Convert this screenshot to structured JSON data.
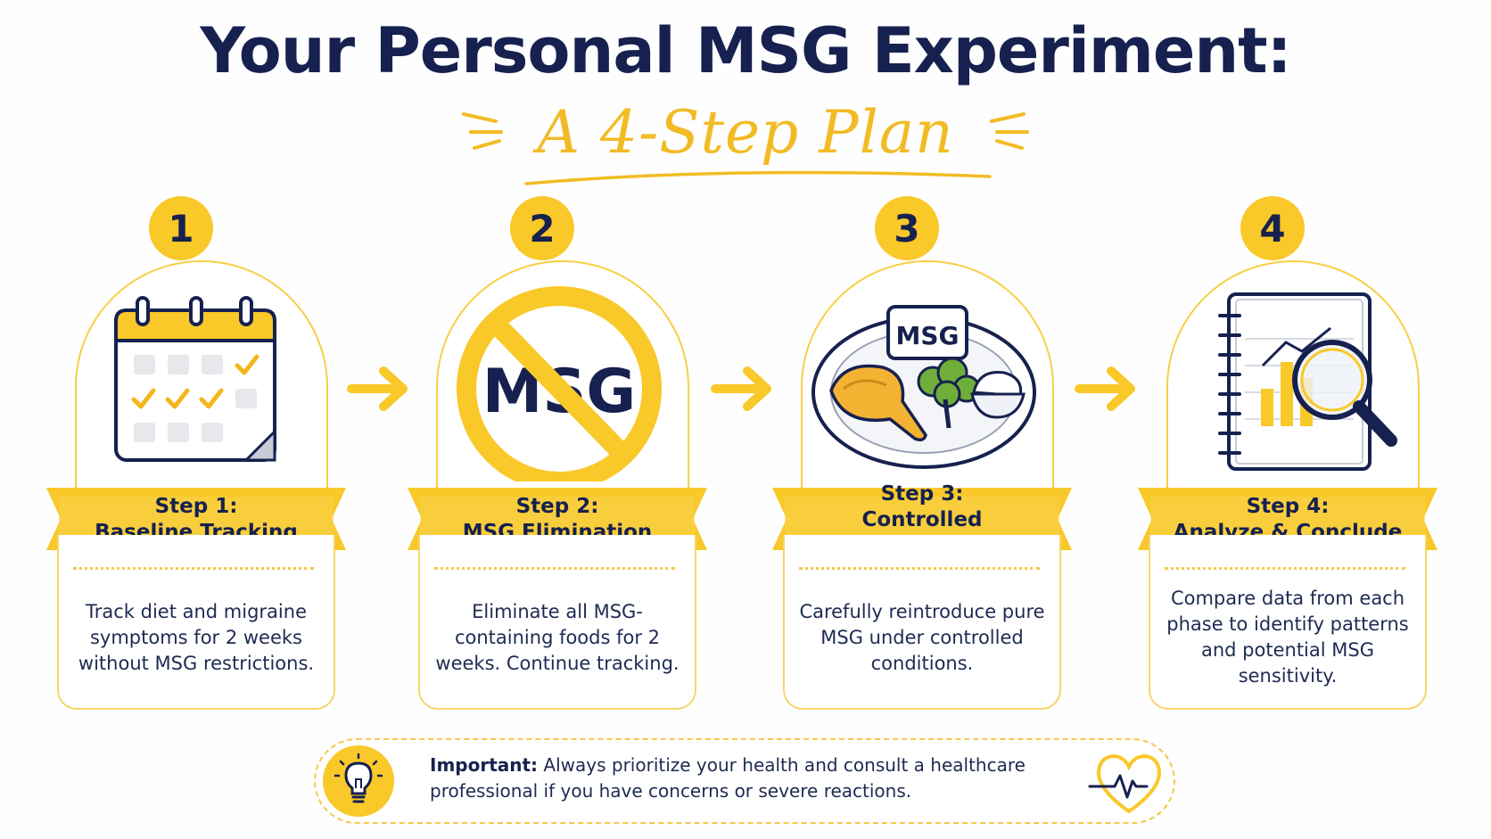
{
  "header": {
    "title": "Your Personal MSG Experiment:",
    "subtitle": "A 4-Step Plan"
  },
  "colors": {
    "navy": "#16214f",
    "yellow": "#f9c829",
    "light_yellow": "#f7d56a"
  },
  "steps": [
    {
      "number": "1",
      "heading": "Step 1:",
      "name": "Baseline Tracking",
      "description": "Track diet and migraine symptoms for 2 weeks without MSG restrictions.",
      "icon": "calendar-check-icon"
    },
    {
      "number": "2",
      "heading": "Step 2:",
      "name": "MSG Elimination",
      "description": "Eliminate all MSG-containing foods for 2 weeks. Continue tracking.",
      "icon": "no-msg-icon",
      "icon_text": "MSG"
    },
    {
      "number": "3",
      "heading": "Step 3:",
      "name": "Controlled Reintroduction",
      "description": "Carefully reintroduce pure MSG under controlled conditions.",
      "icon": "meal-plate-icon",
      "icon_text": "MSG"
    },
    {
      "number": "4",
      "heading": "Step 4:",
      "name": "Analyze & Conclude",
      "description": "Compare data from each phase to identify patterns and potential MSG sensitivity.",
      "icon": "notebook-magnifier-icon"
    }
  ],
  "notice": {
    "label": "Important:",
    "text": "Always prioritize your health and consult a healthcare professional if you have concerns or severe reactions.",
    "left_icon": "lightbulb-icon",
    "right_icon": "heartbeat-icon"
  }
}
